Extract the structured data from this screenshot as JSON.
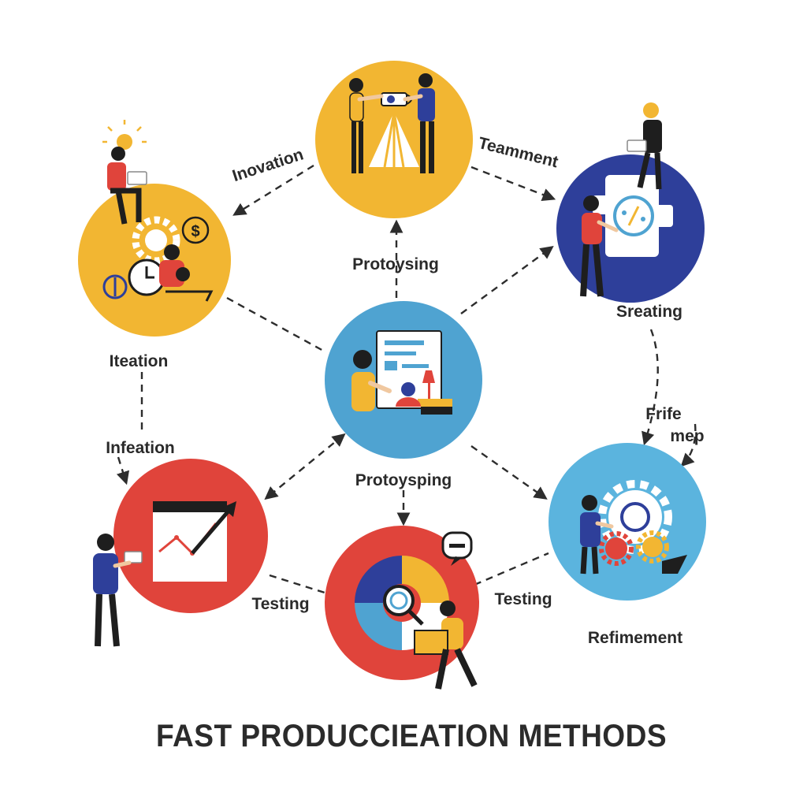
{
  "diagram": {
    "title": "FAST PRODUCCIEATION METHODS",
    "labels": {
      "top_left": "Inovation",
      "top_right": "Teamment",
      "center_top": "Protoysing",
      "right_upper": "Sreating",
      "left_mid": "Iteation",
      "right_mid_1": "Frife",
      "right_mid_2": "mep",
      "left_lower": "Infeation",
      "center_bottom": "Protoysping",
      "bottom_left": "Testing",
      "bottom_right": "Testing",
      "refinement": "Refimement"
    },
    "colors": {
      "yellow": "#F2B632",
      "navy": "#2E3F9A",
      "sky": "#4FA3D1",
      "red": "#E0443B",
      "light_blue": "#5BB4DE",
      "dark": "#1E1E1E"
    }
  }
}
